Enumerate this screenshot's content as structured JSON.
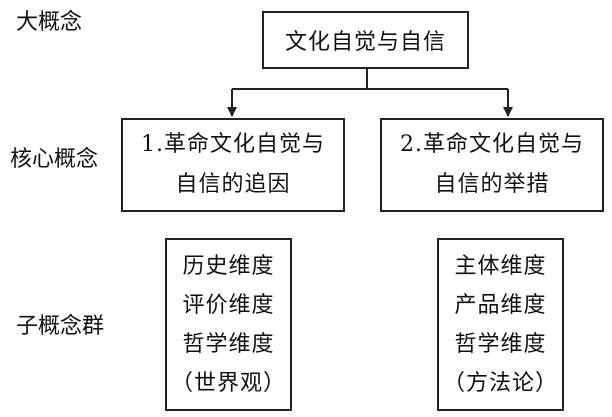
{
  "levels": {
    "top": "大概念",
    "core": "核心概念",
    "sub": "子概念群"
  },
  "root": {
    "text": "文化自觉与自信"
  },
  "core_concepts": [
    {
      "lines": [
        "1.革命文化自觉与",
        "自信的追因"
      ]
    },
    {
      "lines": [
        "2.革命文化自觉与",
        "自信的举措"
      ]
    }
  ],
  "sub_concepts": [
    {
      "lines": [
        "历史维度",
        "评价维度",
        "哲学维度",
        "（世界观）"
      ]
    },
    {
      "lines": [
        "主体维度",
        "产品维度",
        "哲学维度",
        "（方法论）"
      ]
    }
  ]
}
